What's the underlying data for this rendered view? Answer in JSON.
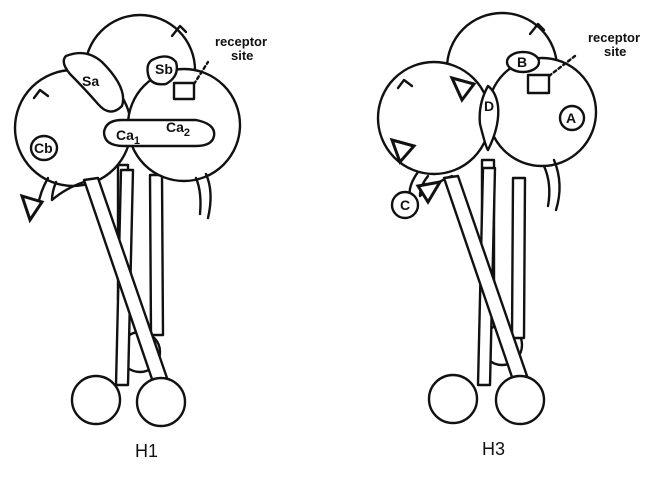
{
  "h1": {
    "caption": "H1",
    "sites": {
      "sa": "Sa",
      "sb": "Sb",
      "ca1": "Ca",
      "ca1_sub": "1",
      "ca2": "Ca",
      "ca2_sub": "2",
      "cb": "Cb"
    },
    "receptor_line1": "receptor",
    "receptor_line2": "site"
  },
  "h3": {
    "caption": "H3",
    "sites": {
      "a": "A",
      "b": "B",
      "c": "C",
      "d": "D"
    },
    "receptor_line1": "receptor",
    "receptor_line2": "site"
  }
}
